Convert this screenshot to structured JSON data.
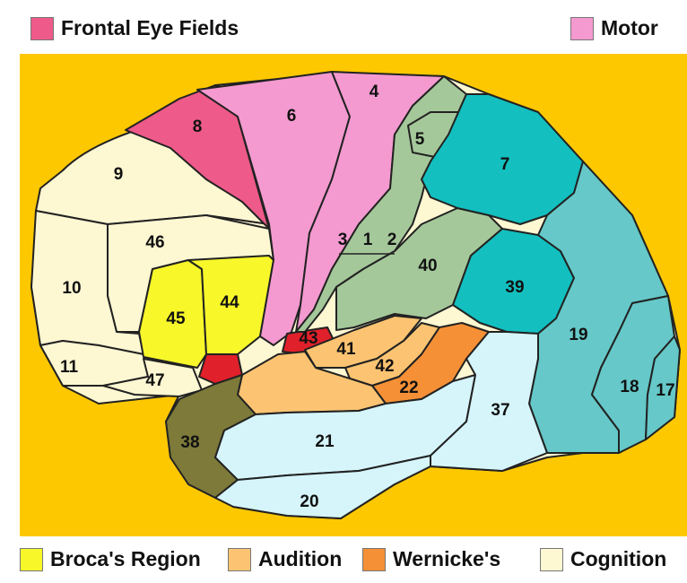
{
  "legend_top": [
    {
      "label": "Frontal Eye Fields",
      "color": "#ee5a8a"
    },
    {
      "label": "Motor",
      "color": "#f49ad0"
    }
  ],
  "legend_bottom": [
    {
      "label": "Broca's Region",
      "color": "#f7f72a"
    },
    {
      "label": "Audition",
      "color": "#fcc472"
    },
    {
      "label": "Wernicke's",
      "color": "#f59036"
    },
    {
      "label": "Cognition",
      "color": "#fdf7d2"
    }
  ],
  "background_color": "#fdc800",
  "regions": {
    "r1": "1",
    "r2": "2",
    "r3": "3",
    "r4": "4",
    "r5": "5",
    "r6": "6",
    "r7": "7",
    "r8": "8",
    "r9": "9",
    "r10": "10",
    "r11": "11",
    "r17": "17",
    "r18": "18",
    "r19": "19",
    "r20": "20",
    "r21": "21",
    "r22": "22",
    "r37": "37",
    "r38": "38",
    "r39": "39",
    "r40": "40",
    "r41": "41",
    "r42": "42",
    "r43": "43",
    "r44": "44",
    "r45": "45",
    "r46": "46",
    "r47": "47"
  }
}
